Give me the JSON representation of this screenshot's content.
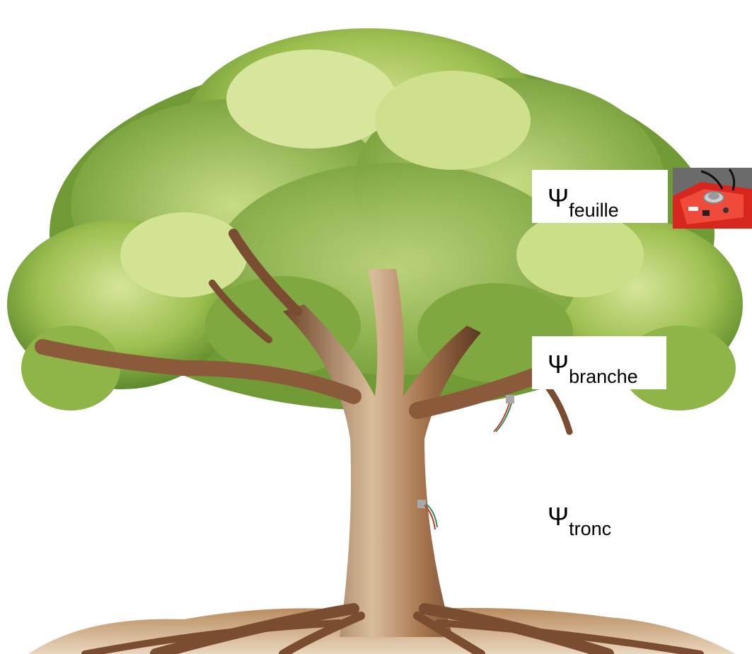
{
  "labels": {
    "leaf": {
      "symbol": "Ψ",
      "subscript": "feuille"
    },
    "branch": {
      "symbol": "Ψ",
      "subscript": "branche"
    },
    "trunk": {
      "symbol": "Ψ",
      "subscript": "tronc"
    }
  },
  "icons": [
    "tree-illustration",
    "sensor-probe-icon",
    "pressure-chamber-device-photo"
  ],
  "colors": {
    "foliage": "#8fb548",
    "bark": "#8a5a3a",
    "soil": "#c9a77e",
    "sensor": "#a8a8a8"
  }
}
